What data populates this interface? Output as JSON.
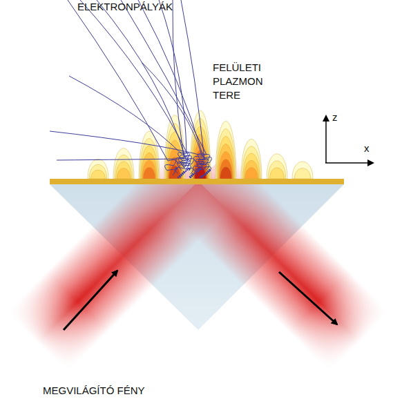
{
  "diagram": {
    "labels": [
      "ELEKTRONPÁLYÁK",
      "FELÜLETI PLAZMON TERE",
      "z",
      "x",
      "MEGVILÁGÍTÓ FÉNY"
    ]
  }
}
